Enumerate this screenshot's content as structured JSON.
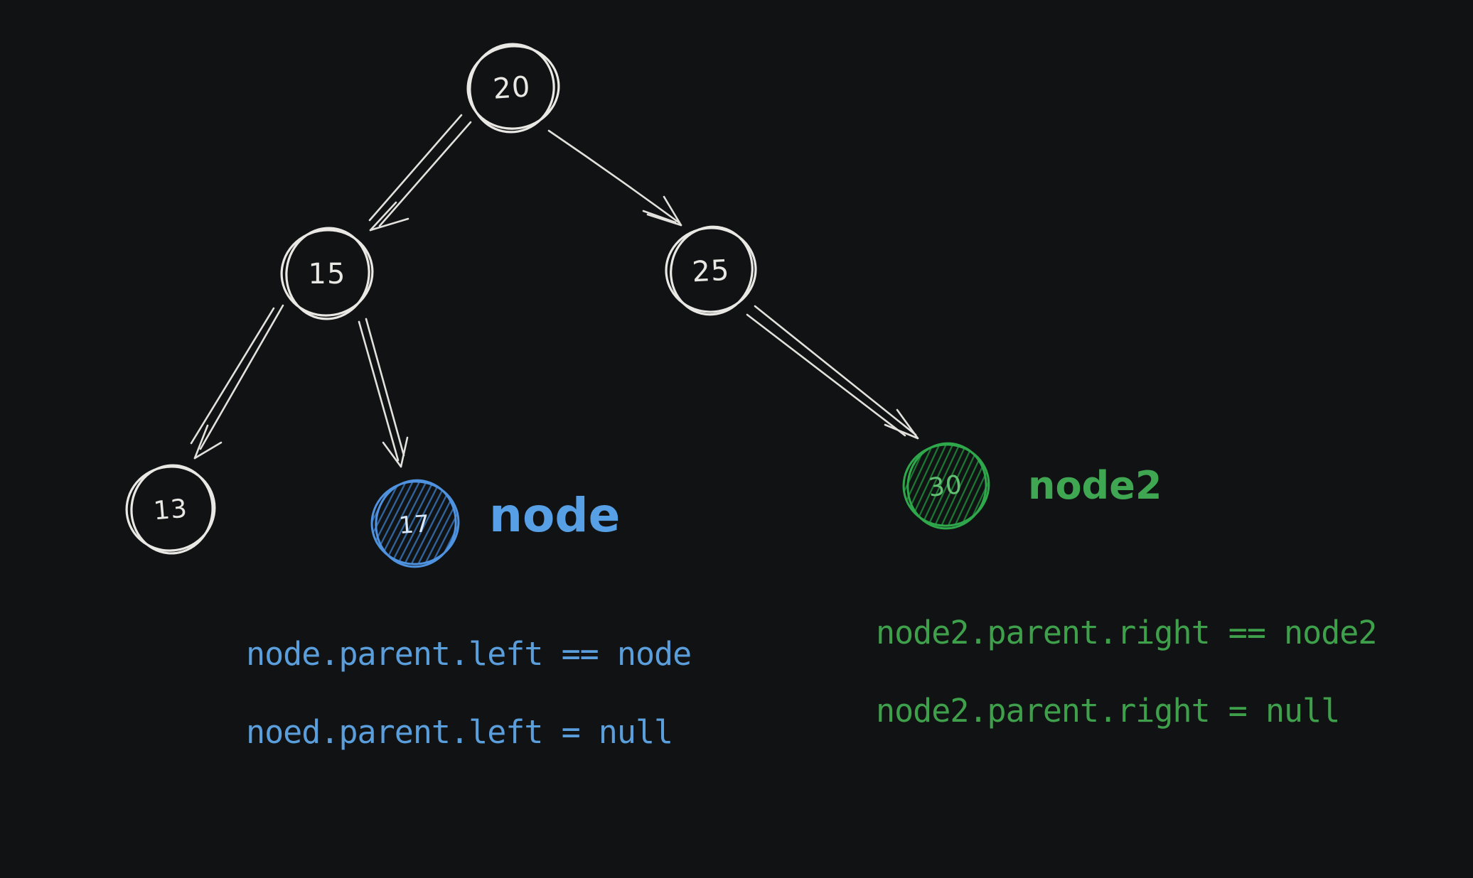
{
  "canvas": {
    "background_color": "#111213",
    "stroke_color": "#e9e8e4"
  },
  "tree": {
    "nodes": [
      {
        "value": "20",
        "variant": "plain"
      },
      {
        "value": "15",
        "variant": "plain"
      },
      {
        "value": "25",
        "variant": "plain"
      },
      {
        "value": "13",
        "variant": "plain"
      },
      {
        "value": "17",
        "variant": "highlight-blue",
        "label": "node",
        "accent_color": "#57a0e6"
      },
      {
        "value": "30",
        "variant": "highlight-green",
        "label": "node2",
        "accent_color": "#3fa752"
      }
    ],
    "edges": [
      {
        "from": "20",
        "to": "15"
      },
      {
        "from": "20",
        "to": "25"
      },
      {
        "from": "15",
        "to": "13"
      },
      {
        "from": "15",
        "to": "17"
      },
      {
        "from": "25",
        "to": "30"
      }
    ]
  },
  "code": {
    "blue": [
      "node.parent.left == node",
      "noed.parent.left = null"
    ],
    "green": [
      "node2.parent.right == node2",
      "node2.parent.right = null"
    ]
  },
  "colors": {
    "blue_accent": "#57a0e6",
    "blue_code": "#5b9edc",
    "green_accent": "#3fa752",
    "green_code": "#3fa04c"
  }
}
